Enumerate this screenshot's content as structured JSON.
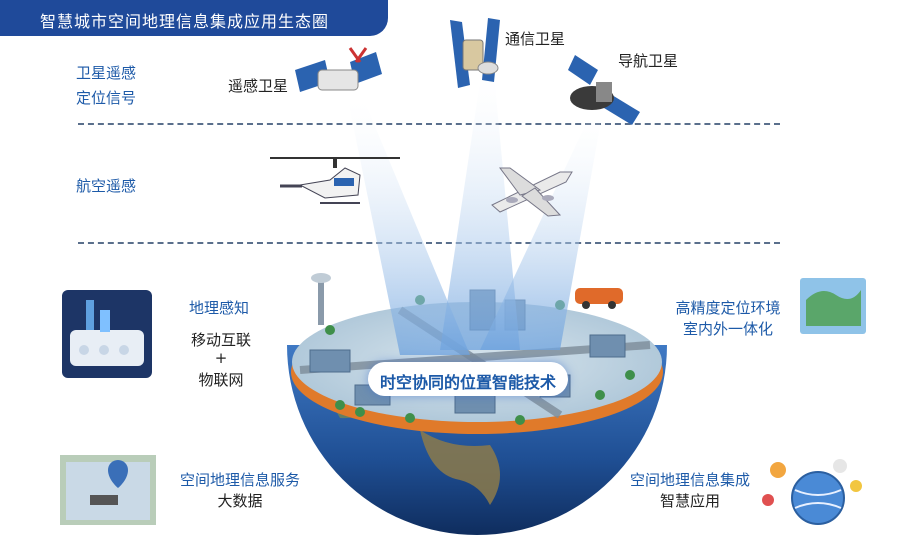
{
  "banner_title": "智慧城市空间地理信息集成应用生态圈",
  "tiers": {
    "satellite": [
      "卫星遥感",
      "定位信号"
    ],
    "aviation": "航空遥感"
  },
  "satellites": {
    "remote_sensing": "遥感卫星",
    "communication": "通信卫星",
    "navigation": "导航卫星"
  },
  "center_label": "时空协同的位置智能技术",
  "left_blocks": {
    "geo_sensing_title": "地理感知",
    "geo_sensing_lines": [
      "移动互联",
      "+",
      "物联网"
    ],
    "service_lines": [
      "空间地理信息服务",
      "大数据"
    ]
  },
  "right_blocks": {
    "positioning_lines": [
      "高精度定位环境",
      "室内外一体化"
    ],
    "integration_lines": [
      "空间地理信息集成",
      "智慧应用"
    ]
  },
  "colors": {
    "banner": "#1f4a9a",
    "label_blue": "#1d5aa8",
    "beam": "#9fc3ea",
    "ocean": "#2a5fa8"
  }
}
